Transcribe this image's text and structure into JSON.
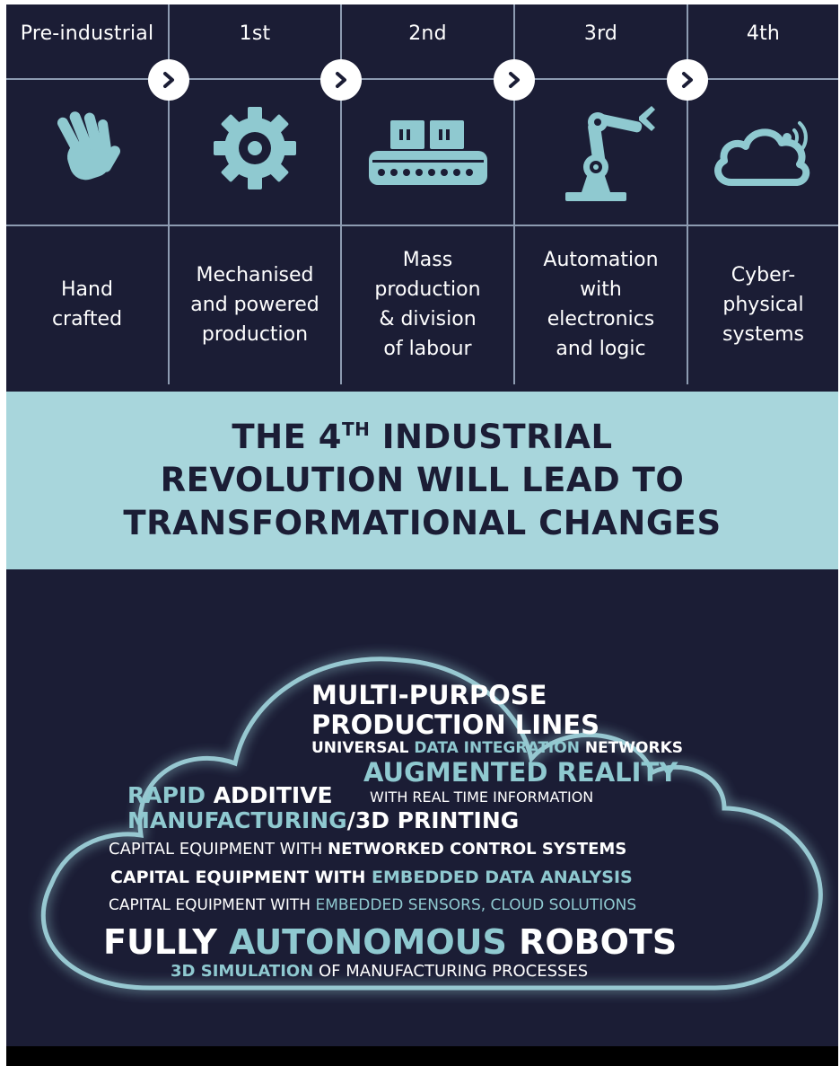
{
  "timeline": [
    {
      "era": "Pre-industrial",
      "description": "Hand\ncrafted",
      "icon": "hand-icon"
    },
    {
      "era": "1st",
      "description": "Mechanised\nand powered\nproduction",
      "icon": "gear-icon"
    },
    {
      "era": "2nd",
      "description": "Mass\nproduction\n& division\nof labour",
      "icon": "conveyor-belt-icon"
    },
    {
      "era": "3rd",
      "description": "Automation\nwith\nelectronics\nand logic",
      "icon": "robot-arm-icon"
    },
    {
      "era": "4th",
      "description": "Cyber-\nphysical\nsystems",
      "icon": "cloud-wifi-icon"
    }
  ],
  "headline": {
    "line1_pre": "THE 4",
    "line1_sup": "TH",
    "line1_post": " INDUSTRIAL",
    "line2": "REVOLUTION WILL LEAD TO",
    "line3": "TRANSFORMATIONAL CHANGES"
  },
  "word_cloud": {
    "l1": "MULTI-PURPOSE",
    "l2": "PRODUCTION LINES",
    "l3a": "UNIVERSAL ",
    "l3b": "DATA INTEGRATION",
    "l3c": " NETWORKS",
    "l4": "AUGMENTED REALITY",
    "l5a": "RAPID",
    "l5b": " ADDITIVE",
    "l5c": "WITH REAL TIME INFORMATION",
    "l6a": "MANUFACTURING",
    "l6b": "/3D PRINTING",
    "l7a": "CAPITAL EQUIPMENT WITH ",
    "l7b": "NETWORKED CONTROL SYSTEMS",
    "l8a": "CAPITAL EQUIPMENT WITH ",
    "l8b": "EMBEDDED DATA ANALYSIS",
    "l9a": "CAPITAL EQUIPMENT WITH ",
    "l9b": "EMBEDDED SENSORS, CLOUD SOLUTIONS",
    "l10a": "FULLY ",
    "l10b": "AUTONOMOUS",
    "l10c": " ROBOTS",
    "l11a": "3D SIMULATION",
    "l11b": " OF MANUFACTURING PROCESSES"
  },
  "colors": {
    "background": "#1b1d35",
    "accent": "#a8d6dc",
    "highlight": "#8fc9d0",
    "text": "#ffffff"
  }
}
